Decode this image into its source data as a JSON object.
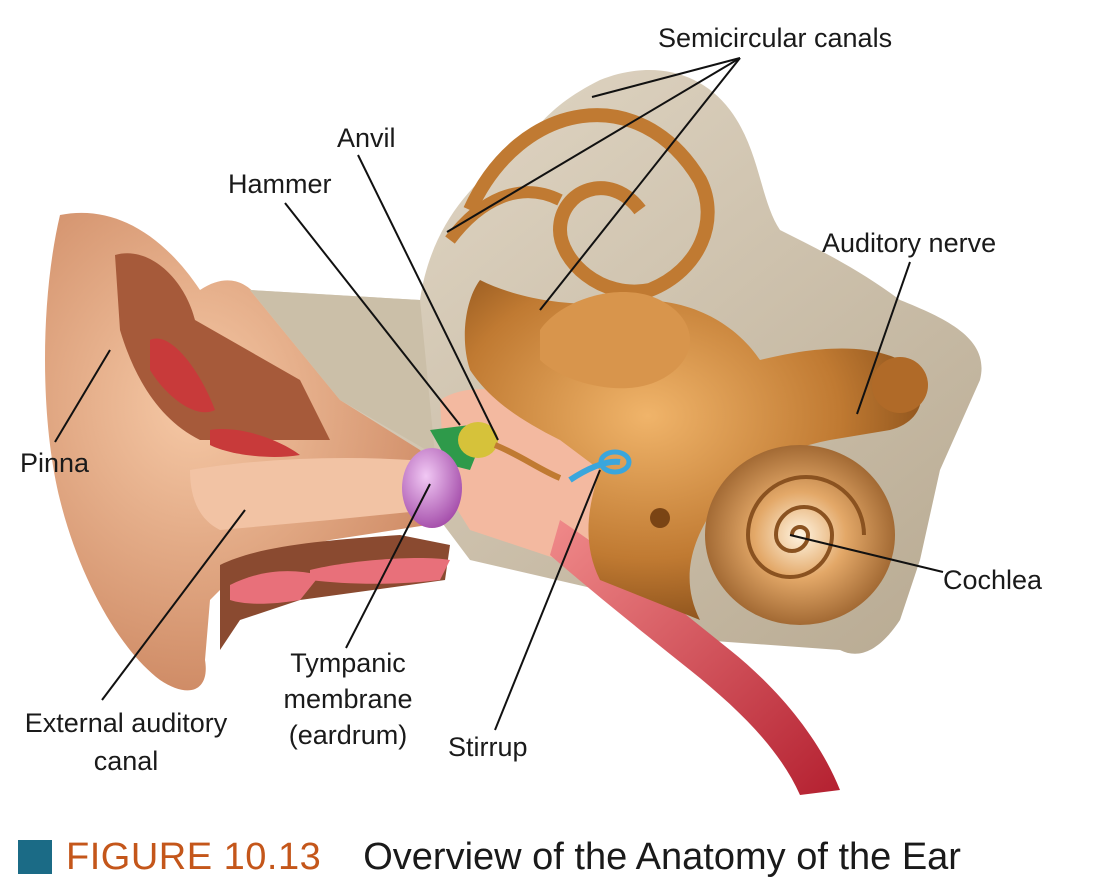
{
  "figure": {
    "number": "FIGURE 10.13",
    "title": "Overview of the Anatomy of the Ear",
    "accent_color": "#1b6b86",
    "number_color": "#c4561a"
  },
  "labels": {
    "semicircular_canals": "Semicircular canals",
    "anvil": "Anvil",
    "hammer": "Hammer",
    "auditory_nerve": "Auditory nerve",
    "pinna": "Pinna",
    "cochlea": "Cochlea",
    "tympanic_1": "Tympanic",
    "tympanic_2": "membrane",
    "tympanic_3": "(eardrum)",
    "external_1": "External auditory",
    "external_2": "canal",
    "stirrup": "Stirrup"
  }
}
